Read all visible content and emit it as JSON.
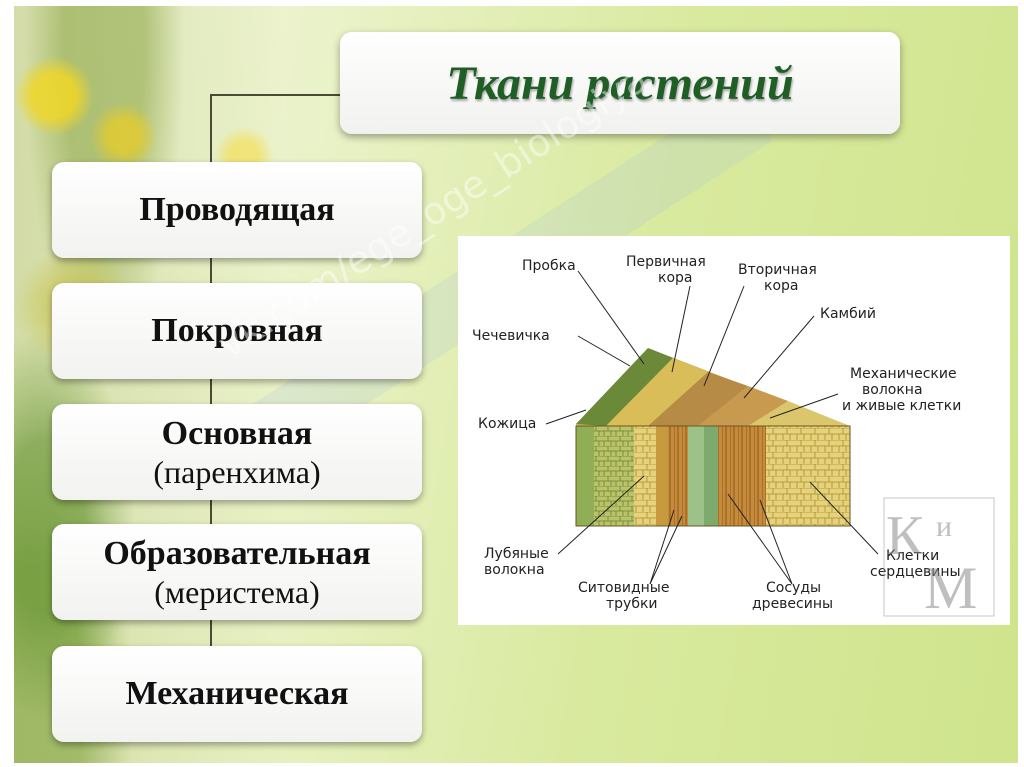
{
  "title": "Ткани растений",
  "tissues": [
    {
      "main": "Проводящая",
      "sub": ""
    },
    {
      "main": "Покровная",
      "sub": ""
    },
    {
      "main": "Основная",
      "sub": "(паренхима)"
    },
    {
      "main": "Образовательная",
      "sub": "(меристема)"
    },
    {
      "main": "Механическая",
      "sub": ""
    }
  ],
  "diagram_labels": {
    "probka": "Пробка",
    "perv_1": "Первичная",
    "perv_2": "кора",
    "vtor_1": "Вторичная",
    "vtor_2": "кора",
    "kambiy": "Камбий",
    "chechevichka": "Чечевичка",
    "mech_1": "Механические",
    "mech_2": "волокна",
    "mech_3": "и живые клетки",
    "kozhitsa": "Кожица",
    "lub_1": "Лубяные",
    "lub_2": "волокна",
    "sit_1": "Ситовидные",
    "sit_2": "трубки",
    "sos_1": "Сосуды",
    "sos_2": "древесины",
    "klet_1": "Клетки",
    "klet_2": "сердцевины"
  },
  "watermark": "vk.com/ege_oge_biologiya",
  "logo_letters": "КиМ",
  "colors": {
    "title": "#1f5e25",
    "connector": "#4a4a36"
  }
}
